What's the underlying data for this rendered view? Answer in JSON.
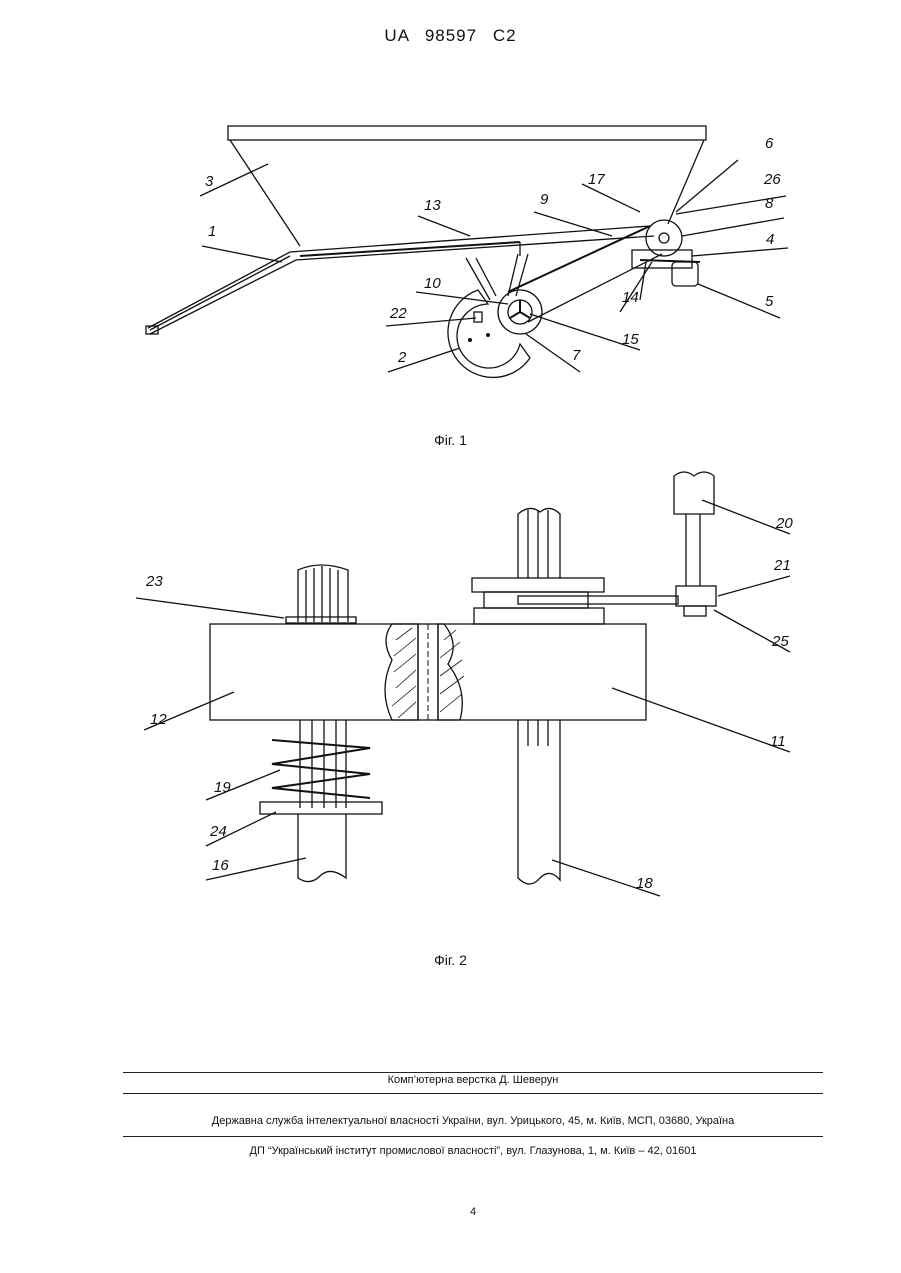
{
  "header": {
    "patent_number": "UA   98597   C2"
  },
  "figure1": {
    "caption": "Фіг. 1",
    "labels": [
      "1",
      "2",
      "3",
      "4",
      "5",
      "6",
      "7",
      "8",
      "9",
      "10",
      "13",
      "14",
      "15",
      "17",
      "22",
      "26"
    ]
  },
  "figure2": {
    "caption": "Фіг. 2",
    "labels": [
      "11",
      "12",
      "16",
      "18",
      "19",
      "20",
      "21",
      "23",
      "24",
      "25"
    ]
  },
  "footer": {
    "typesetting": "Комп’ютерна верстка Д. Шеверун",
    "publisher": "Державна служба інтелектуальної власності України, вул. Урицького, 45, м. Київ, МСП, 03680, Україна",
    "institute": "ДП “Український інститут промислової власності”, вул. Глазунова, 1, м. Київ – 42, 01601",
    "page_number": "4"
  }
}
